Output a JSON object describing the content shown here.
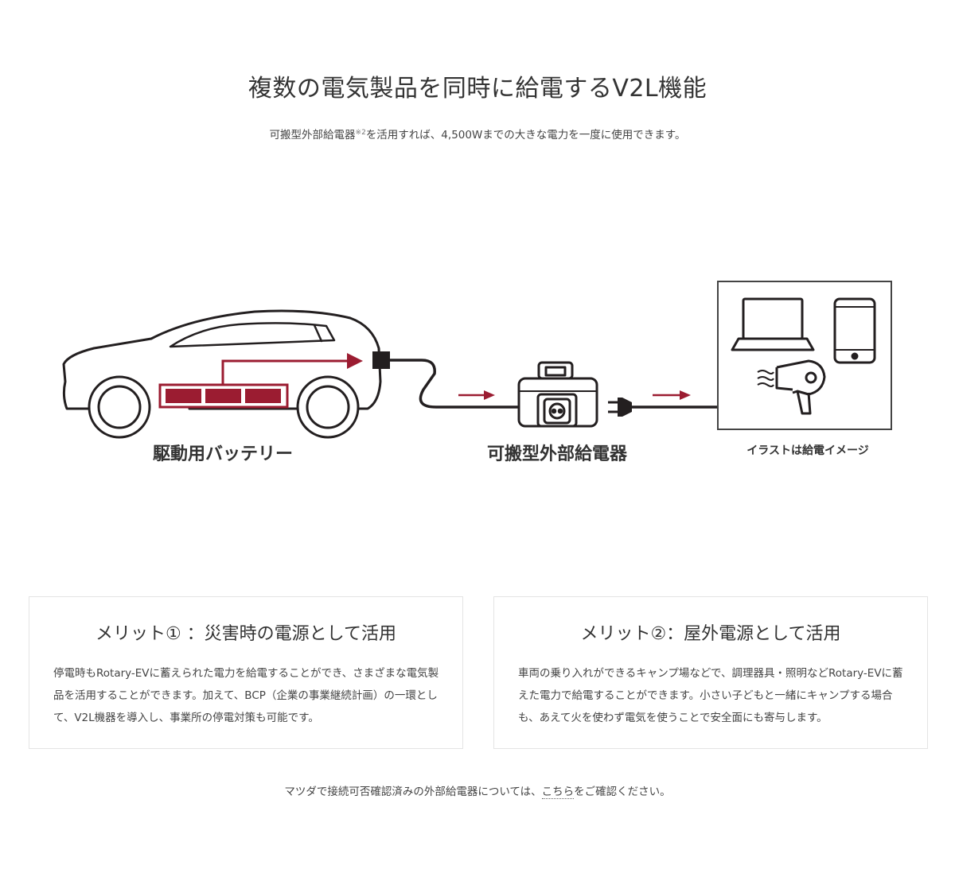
{
  "header": {
    "title": "複数の電気製品を同時に給電するV2L機能",
    "lead_before": "可搬型外部給電器",
    "lead_sup": "※2",
    "lead_after": "を活用すれば、4,500Wまでの大きな電力を一度に使用できます。"
  },
  "diagram": {
    "battery_label": "駆動用バッテリー",
    "power_supply_label": "可搬型外部給電器",
    "image_note": "イラストは給電イメージ",
    "colors": {
      "accent": "#9b1c31",
      "line": "#231f20"
    },
    "icons": [
      "car-icon",
      "battery-icon",
      "arrow-right-icon",
      "portable-power-supply-icon",
      "power-outlet-icon",
      "plug-icon",
      "laptop-icon",
      "smartphone-icon",
      "hair-dryer-icon"
    ]
  },
  "merits": [
    {
      "title": "メリット① ：災害時の電源として活用",
      "body": "停電時もRotary-EVに蓄えられた電力を給電することができ、さまざまな電気製品を活用することができます。加えて、BCP（企業の事業継続計画）の一環として、V2L機器を導入し、事業所の停電対策も可能です。"
    },
    {
      "title": "メリット②：屋外電源として活用",
      "body": "車両の乗り入れができるキャンプ場などで、調理器具・照明などRotary-EVに蓄えた電力で給電することができます。小さい子どもと一緒にキャンプする場合も、あえて火を使わず電気を使うことで安全面にも寄与します。"
    }
  ],
  "footer": {
    "text_before": "マツダで接続可否確認済みの外部給電器については、",
    "link_label": "こちら",
    "text_after": "をご確認ください。"
  }
}
